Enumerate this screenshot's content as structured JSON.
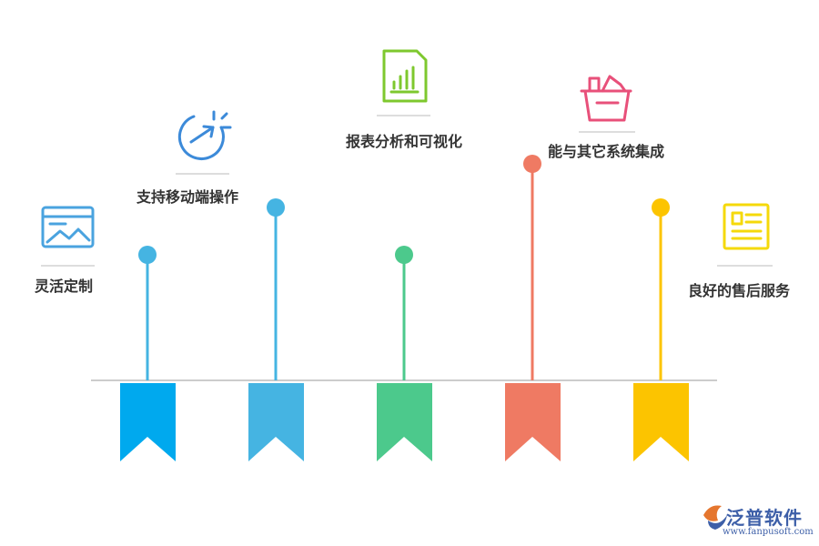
{
  "features": [
    {
      "label": "灵活定制",
      "color": "#4aa3df",
      "icon": "image-card-icon"
    },
    {
      "label": "支持移动端操作",
      "color": "#3c8ad9",
      "icon": "mobile-gauge-icon"
    },
    {
      "label": "报表分析和可视化",
      "color": "#7ec82e",
      "icon": "report-chart-icon"
    },
    {
      "label": "能与其它系统集成",
      "color": "#e8507a",
      "icon": "basket-icon"
    },
    {
      "label": "良好的售后服务",
      "color": "#f5d90a",
      "icon": "document-list-icon"
    }
  ],
  "flags": [
    {
      "color": "#00a9ee"
    },
    {
      "color": "#45b4e2"
    },
    {
      "color": "#4cc98c"
    },
    {
      "color": "#ef7a63"
    },
    {
      "color": "#fcc400"
    }
  ],
  "pins": [
    {
      "color": "#45b4e2"
    },
    {
      "color": "#45b4e2"
    },
    {
      "color": "#4cc98c"
    },
    {
      "color": "#ef7a63"
    },
    {
      "color": "#fcc400"
    }
  ],
  "logo": {
    "name": "泛普软件",
    "url": "www.fanpusoft.com",
    "color": "#3d5fa8"
  }
}
